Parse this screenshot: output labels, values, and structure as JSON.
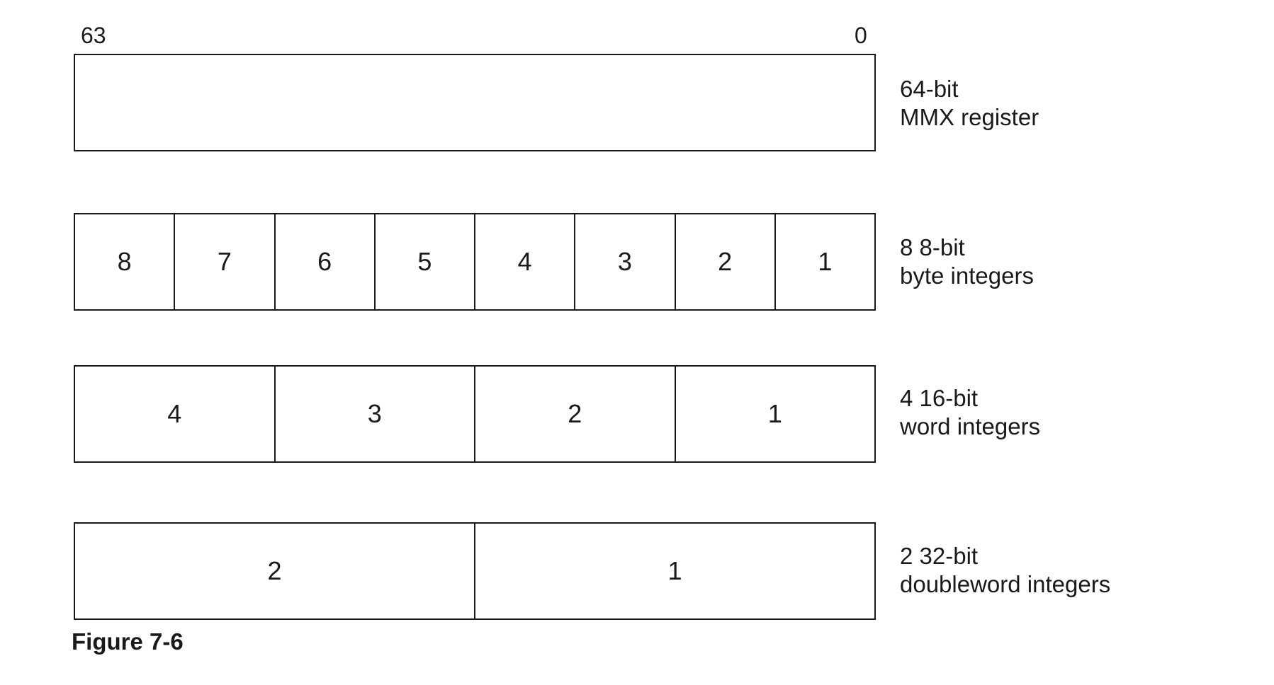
{
  "bit_labels": {
    "high": "63",
    "low": "0"
  },
  "rows": [
    {
      "id": "register",
      "cells": [],
      "caption": [
        "64-bit",
        "MMX register"
      ]
    },
    {
      "id": "bytes",
      "cells": [
        "8",
        "7",
        "6",
        "5",
        "4",
        "3",
        "2",
        "1"
      ],
      "caption": [
        "8 8-bit",
        "byte integers"
      ]
    },
    {
      "id": "words",
      "cells": [
        "4",
        "3",
        "2",
        "1"
      ],
      "caption": [
        "4 16-bit",
        "word integers"
      ]
    },
    {
      "id": "dwords",
      "cells": [
        "2",
        "1"
      ],
      "caption": [
        "2 32-bit",
        "doubleword integers"
      ]
    }
  ],
  "figure_caption": "Figure 7-6"
}
